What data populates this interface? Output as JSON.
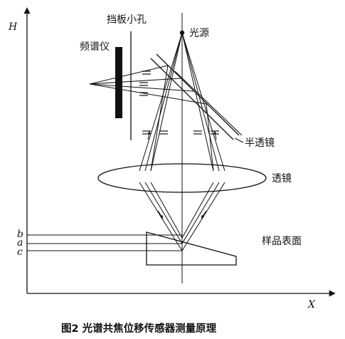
{
  "axes": {
    "y_label": "H",
    "x_label": "X"
  },
  "labels": {
    "pinhole": "挡板小孔",
    "spectrometer": "频谱仪",
    "light_source": "光源",
    "beam_splitter": "半透镜",
    "lens": "透镜",
    "sample_surface": "样品表面"
  },
  "height_marks": [
    "b",
    "a",
    "c"
  ],
  "caption": "图2 光谱共焦位移传感器测量原理"
}
